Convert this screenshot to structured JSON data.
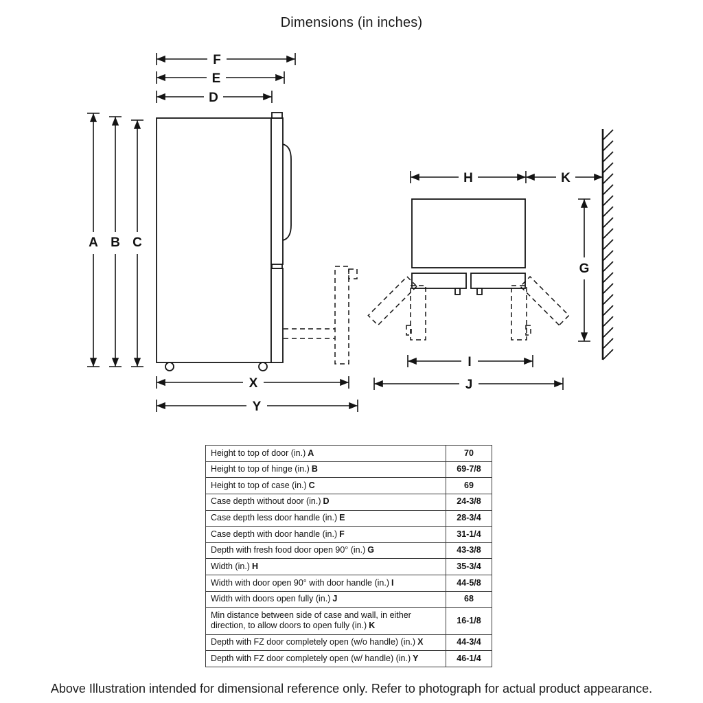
{
  "title": "Dimensions (in inches)",
  "footer": "Above Illustration intended for dimensional reference only. Refer to photograph for actual product appearance.",
  "diagram": {
    "labels": {
      "A": "A",
      "B": "B",
      "C": "C",
      "D": "D",
      "E": "E",
      "F": "F",
      "G": "G",
      "H": "H",
      "I": "I",
      "J": "J",
      "K": "K",
      "X": "X",
      "Y": "Y"
    }
  },
  "table": {
    "rows": [
      {
        "text": "Height to top of door (in.)",
        "letter": "A",
        "value": "70"
      },
      {
        "text": "Height to top of hinge (in.)",
        "letter": "B",
        "value": "69-7/8"
      },
      {
        "text": "Height to top of case (in.)",
        "letter": "C",
        "value": "69"
      },
      {
        "text": "Case depth without door (in.)",
        "letter": "D",
        "value": "24-3/8"
      },
      {
        "text": "Case depth less door handle (in.)",
        "letter": "E",
        "value": "28-3/4"
      },
      {
        "text": "Case depth with door handle (in.)",
        "letter": "F",
        "value": "31-1/4"
      },
      {
        "text": "Depth with fresh food door open 90° (in.)",
        "letter": "G",
        "value": "43-3/8"
      },
      {
        "text": "Width (in.)",
        "letter": "H",
        "value": "35-3/4"
      },
      {
        "text": "Width with door open 90° with door handle (in.)",
        "letter": "I",
        "value": "44-5/8"
      },
      {
        "text": "Width with doors open fully (in.)",
        "letter": "J",
        "value": "68"
      },
      {
        "text": "Min distance between side of case and wall, in either direction, to allow doors to open fully (in.)",
        "letter": "K",
        "value": "16-1/8"
      },
      {
        "text": "Depth with FZ door completely open (w/o handle) (in.)",
        "letter": "X",
        "value": "44-3/4"
      },
      {
        "text": "Depth with FZ door completely open (w/ handle) (in.)",
        "letter": "Y",
        "value": "46-1/4"
      }
    ]
  }
}
